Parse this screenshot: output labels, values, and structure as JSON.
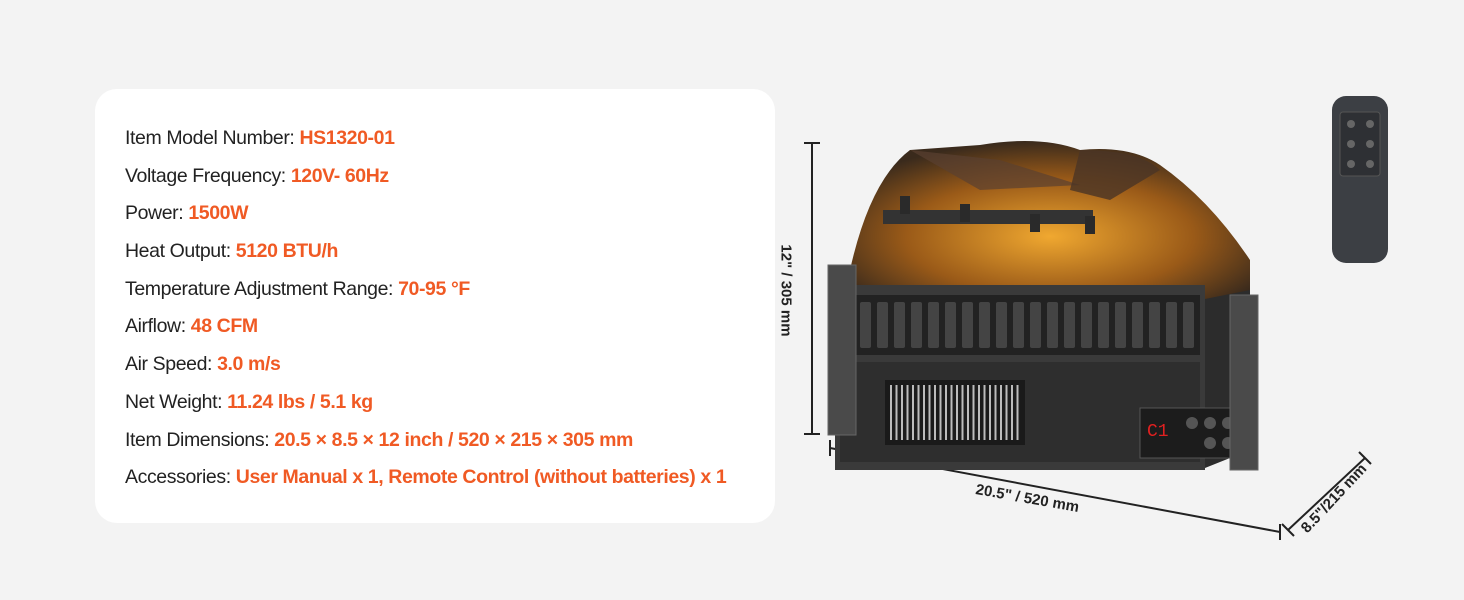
{
  "specs": [
    {
      "label": "Item Model Number: ",
      "value": "HS1320-01"
    },
    {
      "label": "Voltage Frequency: ",
      "value": "120V- 60Hz"
    },
    {
      "label": "Power: ",
      "value": "1500W"
    },
    {
      "label": "Heat Output: ",
      "value": "5120 BTU/h"
    },
    {
      "label": "Temperature Adjustment Range: ",
      "value": "70-95 °F"
    },
    {
      "label": "Airflow: ",
      "value": "48 CFM"
    },
    {
      "label": "Air Speed: ",
      "value": "3.0 m/s"
    },
    {
      "label": "Net Weight: ",
      "value": "11.24 lbs / 5.1 kg"
    },
    {
      "label": "Item Dimensions: ",
      "value": "20.5 × 8.5 × 12 inch / 520 × 215 × 305 mm"
    },
    {
      "label": "Accessories: ",
      "value": "User Manual x 1, Remote Control (without batteries) x 1"
    }
  ],
  "dimensions": {
    "height": "12\" / 305 mm",
    "width": "20.5\" / 520 mm",
    "depth": "8.5\"/215 mm"
  },
  "display": "C1",
  "colors": {
    "accent": "#f05a24",
    "background": "#f3f3f3"
  }
}
